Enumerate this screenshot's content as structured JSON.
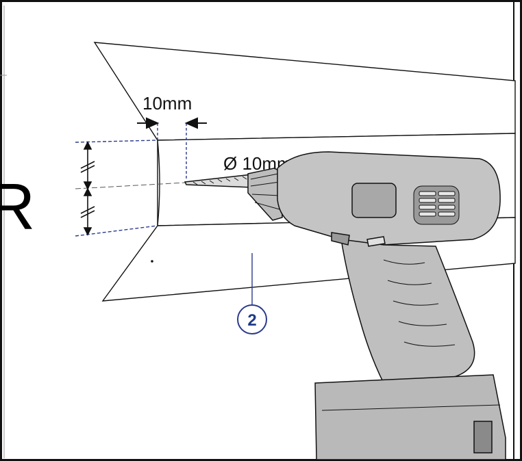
{
  "labels": {
    "gap_dimension": "10mm",
    "drill_diameter": "Ø 10mm",
    "or_fragment": "R",
    "callout_number": "2"
  },
  "colors": {
    "line": "#111111",
    "dashed_blue": "#2a3a8c",
    "callout_blue": "#1f3a8a",
    "drill_body": "#c4c4c4",
    "drill_dark": "#8a8a8a"
  }
}
